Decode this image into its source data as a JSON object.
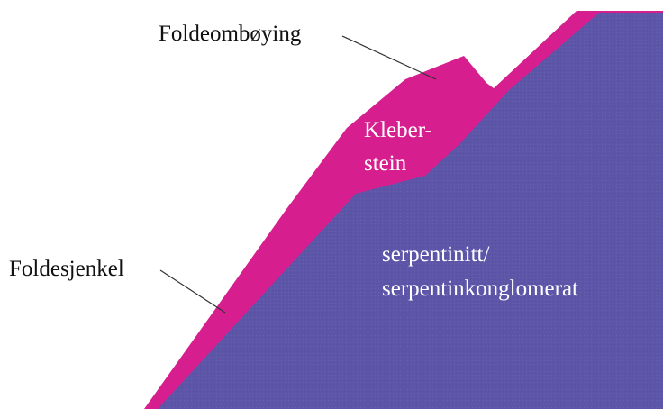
{
  "colors": {
    "serpentinite_fill": "#5c55a8",
    "soapstone_fill": "#d61e8e",
    "background": "#ffffff"
  },
  "labels": {
    "fold_hinge": "Foldeombøying",
    "soapstone_line1": "Kleber-",
    "soapstone_line2": "stein",
    "fold_limb": "Foldesjenkel",
    "serpentinite_line1": "serpentinitt/",
    "serpentinite_line2": "serpentinkonglomerat"
  }
}
